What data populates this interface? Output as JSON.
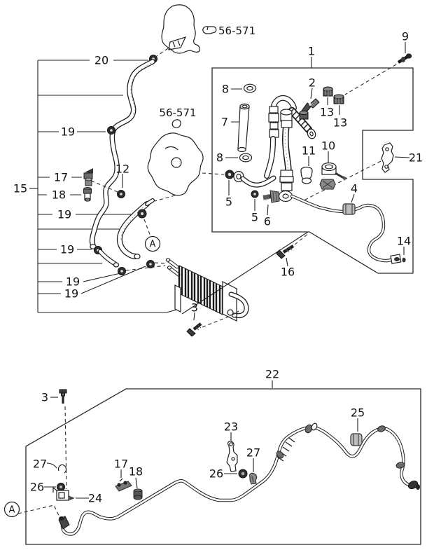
{
  "meta": {
    "diagram_kind": "exploded-parts-diagram",
    "background": "#ffffff",
    "ink_color": "#1a1a1a",
    "grey_part_color": "#bdbdbd",
    "detail_marker": "A"
  },
  "labels": {
    "t20": "20",
    "t56a": "56-571",
    "t9": "9",
    "t1": "1",
    "t8a": "8",
    "t7": "7",
    "t2": "2",
    "t13a": "13",
    "t13b": "13",
    "t8b": "8",
    "t56b": "56-571",
    "t11": "11",
    "t10": "10",
    "t21": "21",
    "t5a": "5",
    "t5b": "5",
    "t6": "6",
    "t4": "4",
    "t14": "14",
    "t16": "16",
    "t3": "3",
    "t15": "15",
    "t17": "17",
    "t18": "18",
    "t19a": "19",
    "t12": "12",
    "t19b": "19",
    "t19c": "19",
    "t19d": "19",
    "t19e": "19",
    "tA": "A",
    "b22": "22",
    "b3": "3",
    "b27a": "27",
    "b26a": "26",
    "b24": "24",
    "b17": "17",
    "b18": "18",
    "b23": "23",
    "b26b": "26",
    "b27b": "27",
    "b25": "25",
    "bA": "A"
  }
}
